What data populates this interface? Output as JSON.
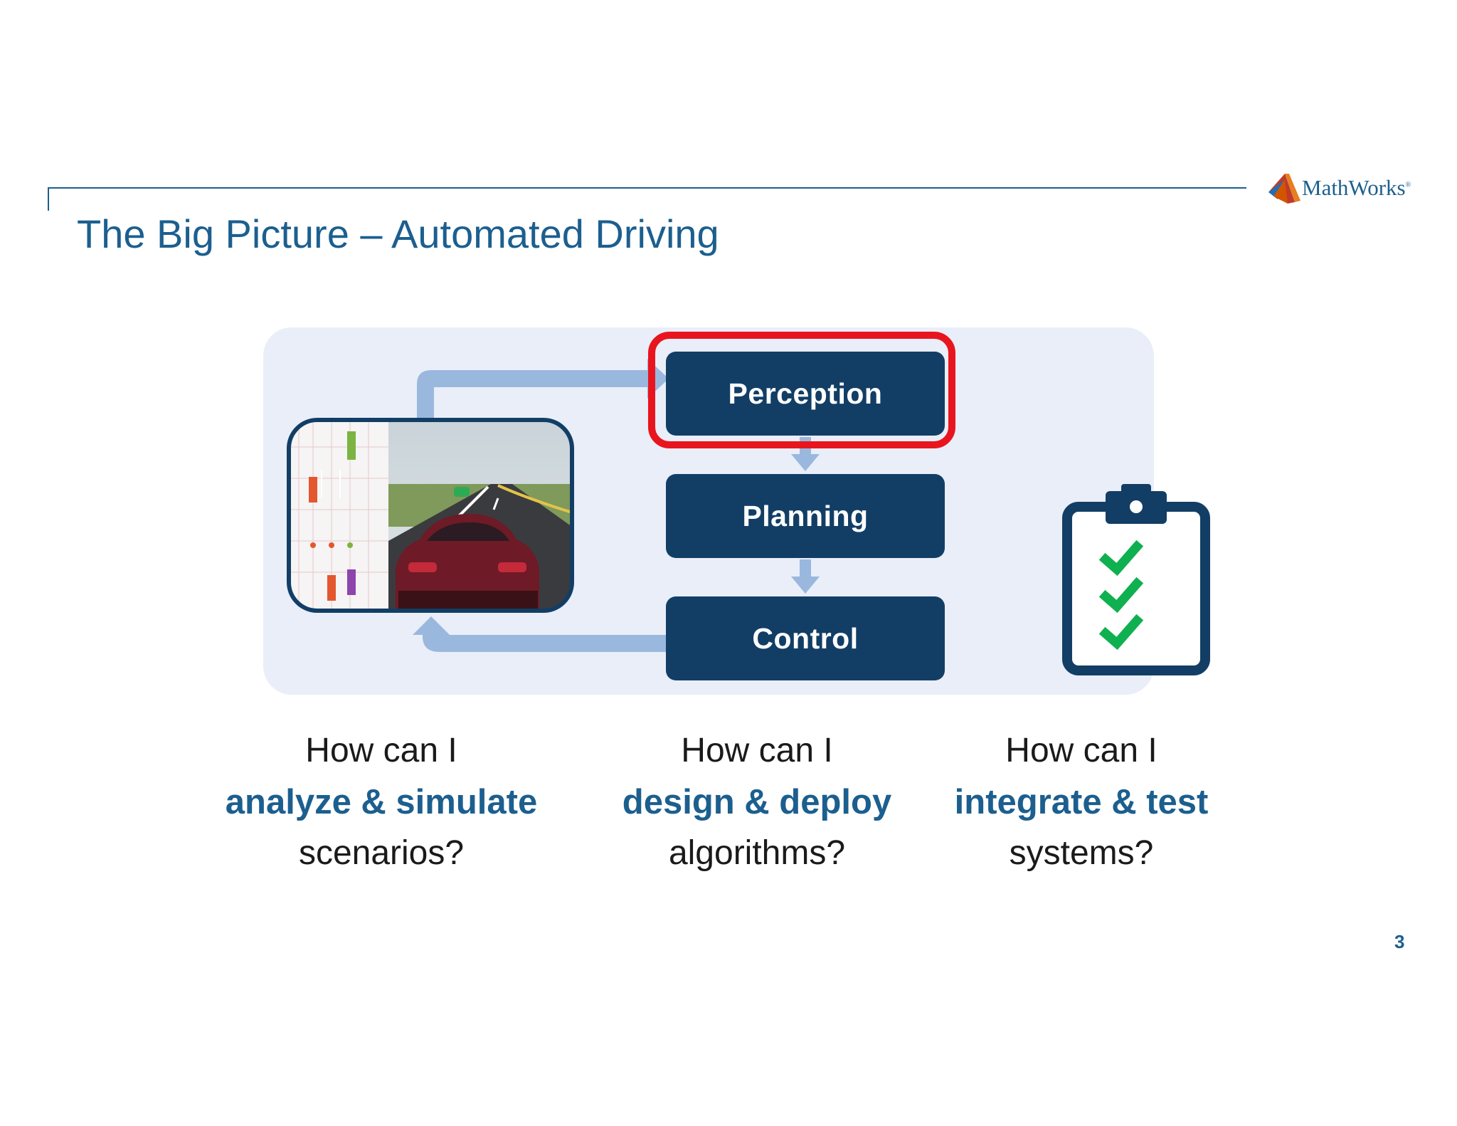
{
  "slide": {
    "title": "The Big Picture – Automated Driving",
    "logo": {
      "text": "MathWorks",
      "mark": "®"
    },
    "page_number": "3"
  },
  "diagram": {
    "blocks": [
      {
        "label": "Perception",
        "highlighted": true
      },
      {
        "label": "Planning",
        "highlighted": false
      },
      {
        "label": "Control",
        "highlighted": false
      }
    ],
    "colors": {
      "block": "#123e66",
      "arrow": "#9ab8de",
      "panel": "#e9eef8",
      "highlight": "#e8151f",
      "check": "#0fb050"
    }
  },
  "questions": [
    {
      "lead": "How can I",
      "strong": "analyze & simulate",
      "tail": "scenarios?"
    },
    {
      "lead": "How can I",
      "strong": "design & deploy",
      "tail": "algorithms?"
    },
    {
      "lead": "How can I",
      "strong": "integrate & test",
      "tail": "systems?"
    }
  ]
}
